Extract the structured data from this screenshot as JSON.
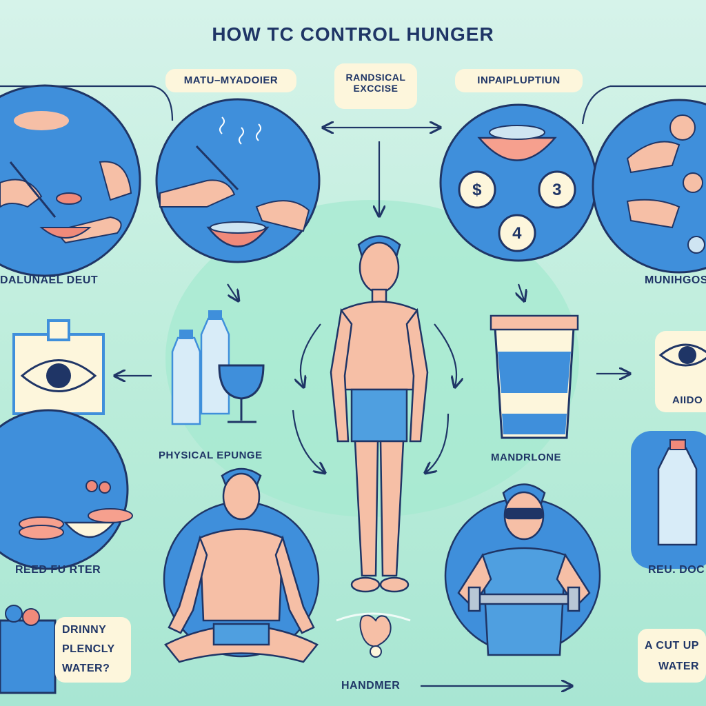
{
  "title": "HOW TC CONTROL  HUNGER",
  "labels": {
    "top_left": "MATU–MYADOIER",
    "top_center": "RANDSICAL EXCCISE",
    "top_right": "INPAIPLUPTIUN",
    "left_upper": "DALUNAEL DEUT",
    "right_upper": "MUNIHGOS",
    "center_left": "PHYSICAL EPUNGE",
    "center_right": "MANDRLONE",
    "right_mid": "AIIDO",
    "left_lower": "REED FU RTER",
    "right_lower": "REU. DOC",
    "bottom_left_1": "DRINNY",
    "bottom_left_2": "PLENCLY",
    "bottom_left_3": "WATER?",
    "bottom_right_1": "A CUT UP",
    "bottom_right_2": "WATER",
    "bottom_center": "HANDMER"
  },
  "coins": [
    "$",
    "3",
    "4"
  ],
  "colors": {
    "background": "#c2efdf",
    "circle_blue": "#3f8fdb",
    "ink": "#1f3566",
    "skin": "#f6bfa6",
    "cream": "#fdf6dc",
    "shorts": "#4f9fe0"
  },
  "icons": [
    "eye-icon",
    "water-bottle-icon",
    "bowl-icon",
    "coin-icon",
    "arrow-icon",
    "dumbbell-icon",
    "cherry-icon"
  ]
}
